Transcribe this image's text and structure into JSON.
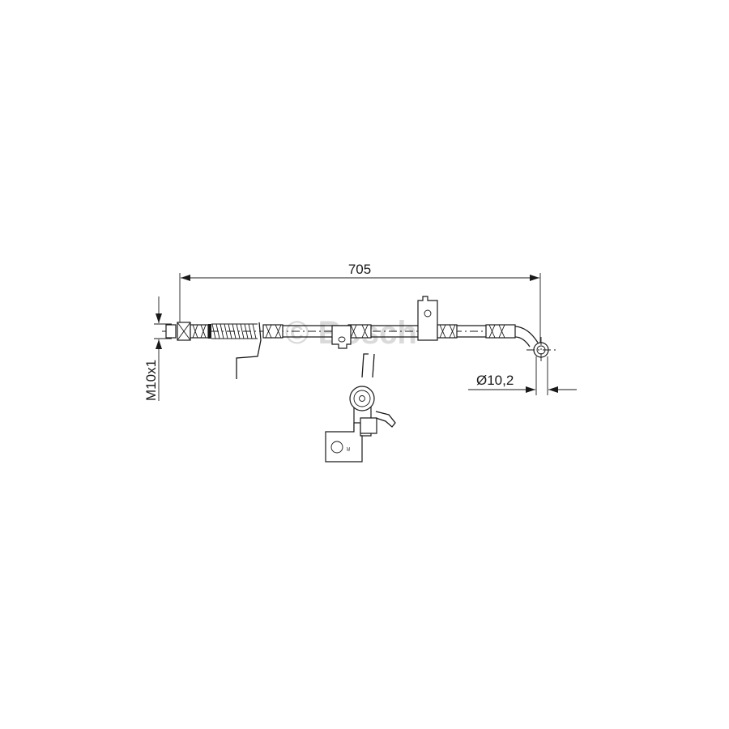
{
  "drawing": {
    "length_dimension": "705",
    "thread_dimension": "M10x1",
    "diameter_dimension": "Ø10,2",
    "side_marker": "R",
    "watermark": "© Bosch"
  },
  "colors": {
    "line": "#1a1a1a",
    "watermark": "#bdbdbd",
    "background": "#ffffff"
  }
}
